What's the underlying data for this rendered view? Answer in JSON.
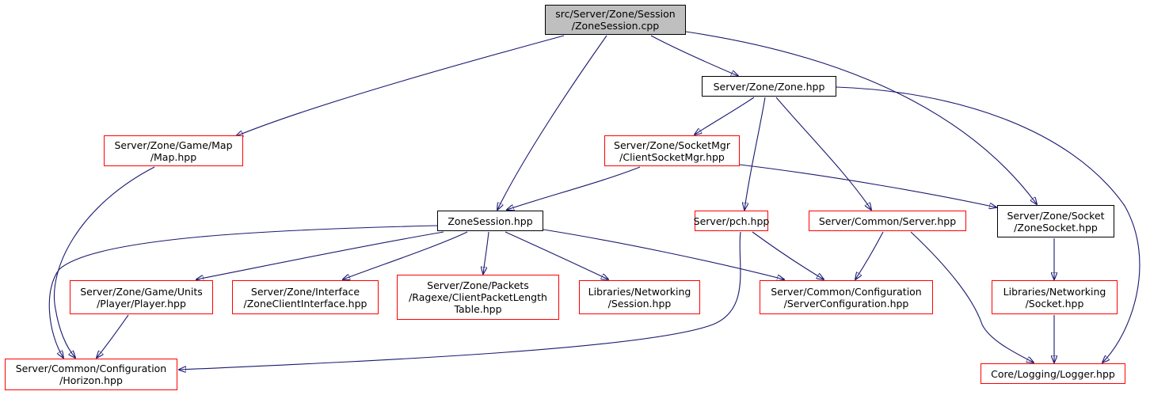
{
  "colors": {
    "edge": "#191970",
    "normal_border": "#000000",
    "incomplete_border": "#ff0000",
    "root_fill": "#bfbfbf"
  },
  "nodes": [
    {
      "id": "zonesession_cpp",
      "lines": [
        "src/Server/Zone/Session",
        "/ZoneSession.cpp"
      ],
      "style": "root"
    },
    {
      "id": "zone_hpp",
      "lines": [
        "Server/Zone/Zone.hpp"
      ],
      "style": "normal"
    },
    {
      "id": "map_hpp",
      "lines": [
        "Server/Zone/Game/Map",
        "/Map.hpp"
      ],
      "style": "incomplete"
    },
    {
      "id": "clientsocketmgr_hpp",
      "lines": [
        "Server/Zone/SocketMgr",
        "/ClientSocketMgr.hpp"
      ],
      "style": "incomplete"
    },
    {
      "id": "zonesession_hpp",
      "lines": [
        "ZoneSession.hpp"
      ],
      "style": "normal"
    },
    {
      "id": "pch_hpp",
      "lines": [
        "Server/pch.hpp"
      ],
      "style": "incomplete"
    },
    {
      "id": "common_server_hpp",
      "lines": [
        "Server/Common/Server.hpp"
      ],
      "style": "incomplete"
    },
    {
      "id": "zonesocket_hpp",
      "lines": [
        "Server/Zone/Socket",
        "/ZoneSocket.hpp"
      ],
      "style": "normal"
    },
    {
      "id": "player_hpp",
      "lines": [
        "Server/Zone/Game/Units",
        "/Player/Player.hpp"
      ],
      "style": "incomplete"
    },
    {
      "id": "zoneclientinterface_hpp",
      "lines": [
        "Server/Zone/Interface",
        "/ZoneClientInterface.hpp"
      ],
      "style": "incomplete"
    },
    {
      "id": "clientpacketlengthtable_hpp",
      "lines": [
        "Server/Zone/Packets",
        "/Ragexe/ClientPacketLength",
        "Table.hpp"
      ],
      "style": "incomplete"
    },
    {
      "id": "networking_session_hpp",
      "lines": [
        "Libraries/Networking",
        "/Session.hpp"
      ],
      "style": "incomplete"
    },
    {
      "id": "serverconfiguration_hpp",
      "lines": [
        "Server/Common/Configuration",
        "/ServerConfiguration.hpp"
      ],
      "style": "incomplete"
    },
    {
      "id": "networking_socket_hpp",
      "lines": [
        "Libraries/Networking",
        "/Socket.hpp"
      ],
      "style": "incomplete"
    },
    {
      "id": "horizon_hpp",
      "lines": [
        "Server/Common/Configuration",
        "/Horizon.hpp"
      ],
      "style": "incomplete"
    },
    {
      "id": "logger_hpp",
      "lines": [
        "Core/Logging/Logger.hpp"
      ],
      "style": "incomplete"
    }
  ],
  "edges": [
    {
      "from": "zonesession_cpp",
      "to": "map_hpp"
    },
    {
      "from": "zonesession_cpp",
      "to": "zonesession_hpp"
    },
    {
      "from": "zonesession_cpp",
      "to": "zone_hpp"
    },
    {
      "from": "zonesession_cpp",
      "to": "zonesocket_hpp"
    },
    {
      "from": "zone_hpp",
      "to": "clientsocketmgr_hpp"
    },
    {
      "from": "zone_hpp",
      "to": "pch_hpp"
    },
    {
      "from": "zone_hpp",
      "to": "common_server_hpp"
    },
    {
      "from": "zone_hpp",
      "to": "logger_hpp"
    },
    {
      "from": "map_hpp",
      "to": "horizon_hpp"
    },
    {
      "from": "clientsocketmgr_hpp",
      "to": "zonesession_hpp"
    },
    {
      "from": "clientsocketmgr_hpp",
      "to": "zonesocket_hpp"
    },
    {
      "from": "zonesession_hpp",
      "to": "horizon_hpp"
    },
    {
      "from": "zonesession_hpp",
      "to": "player_hpp"
    },
    {
      "from": "zonesession_hpp",
      "to": "zoneclientinterface_hpp"
    },
    {
      "from": "zonesession_hpp",
      "to": "clientpacketlengthtable_hpp"
    },
    {
      "from": "zonesession_hpp",
      "to": "networking_session_hpp"
    },
    {
      "from": "zonesession_hpp",
      "to": "serverconfiguration_hpp"
    },
    {
      "from": "pch_hpp",
      "to": "serverconfiguration_hpp"
    },
    {
      "from": "pch_hpp",
      "to": "horizon_hpp"
    },
    {
      "from": "common_server_hpp",
      "to": "serverconfiguration_hpp"
    },
    {
      "from": "common_server_hpp",
      "to": "logger_hpp"
    },
    {
      "from": "zonesocket_hpp",
      "to": "networking_socket_hpp"
    },
    {
      "from": "networking_socket_hpp",
      "to": "logger_hpp"
    },
    {
      "from": "player_hpp",
      "to": "horizon_hpp"
    }
  ]
}
